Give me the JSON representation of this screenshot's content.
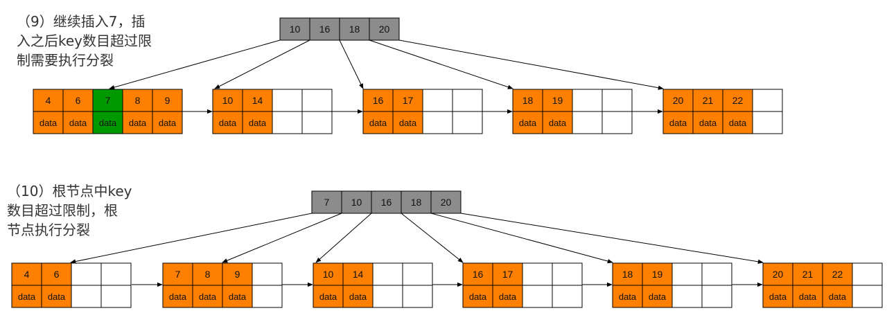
{
  "colors": {
    "key_fill": "#ff8000",
    "highlight_fill": "#009900",
    "root_fill": "#8c8c8c",
    "empty_fill": "#ffffff",
    "border": "#000000",
    "arrow": "#000000"
  },
  "step9": {
    "caption": [
      "（9）继续插入7，插",
      "入之后key数目超过限",
      "制需要执行分裂"
    ],
    "root": {
      "keys": [
        "10",
        "16",
        "18",
        "20"
      ]
    },
    "leaves": [
      {
        "keys": [
          "4",
          "6",
          "7",
          "8",
          "9"
        ],
        "data": [
          "data",
          "data",
          "data",
          "data",
          "data"
        ],
        "highlight": [
          2
        ],
        "capacity": 5
      },
      {
        "keys": [
          "10",
          "14"
        ],
        "data": [
          "data",
          "data"
        ],
        "highlight": [],
        "capacity": 4
      },
      {
        "keys": [
          "16",
          "17"
        ],
        "data": [
          "data",
          "data"
        ],
        "highlight": [],
        "capacity": 4
      },
      {
        "keys": [
          "18",
          "19"
        ],
        "data": [
          "data",
          "data"
        ],
        "highlight": [],
        "capacity": 4
      },
      {
        "keys": [
          "20",
          "21",
          "22"
        ],
        "data": [
          "data",
          "data",
          "data"
        ],
        "highlight": [],
        "capacity": 4
      }
    ]
  },
  "step10": {
    "caption": [
      "（10）根节点中key",
      "数目超过限制，根",
      "节点执行分裂"
    ],
    "root": {
      "keys": [
        "7",
        "10",
        "16",
        "18",
        "20"
      ]
    },
    "leaves": [
      {
        "keys": [
          "4",
          "6"
        ],
        "data": [
          "data",
          "data"
        ],
        "highlight": [],
        "capacity": 4
      },
      {
        "keys": [
          "7",
          "8",
          "9"
        ],
        "data": [
          "data",
          "data",
          "data"
        ],
        "highlight": [],
        "capacity": 4
      },
      {
        "keys": [
          "10",
          "14"
        ],
        "data": [
          "data",
          "data"
        ],
        "highlight": [],
        "capacity": 4
      },
      {
        "keys": [
          "16",
          "17"
        ],
        "data": [
          "data",
          "data"
        ],
        "highlight": [],
        "capacity": 4
      },
      {
        "keys": [
          "18",
          "19"
        ],
        "data": [
          "data",
          "data"
        ],
        "highlight": [],
        "capacity": 4
      },
      {
        "keys": [
          "20",
          "21",
          "22"
        ],
        "data": [
          "data",
          "data",
          "data"
        ],
        "highlight": [],
        "capacity": 4
      }
    ]
  }
}
